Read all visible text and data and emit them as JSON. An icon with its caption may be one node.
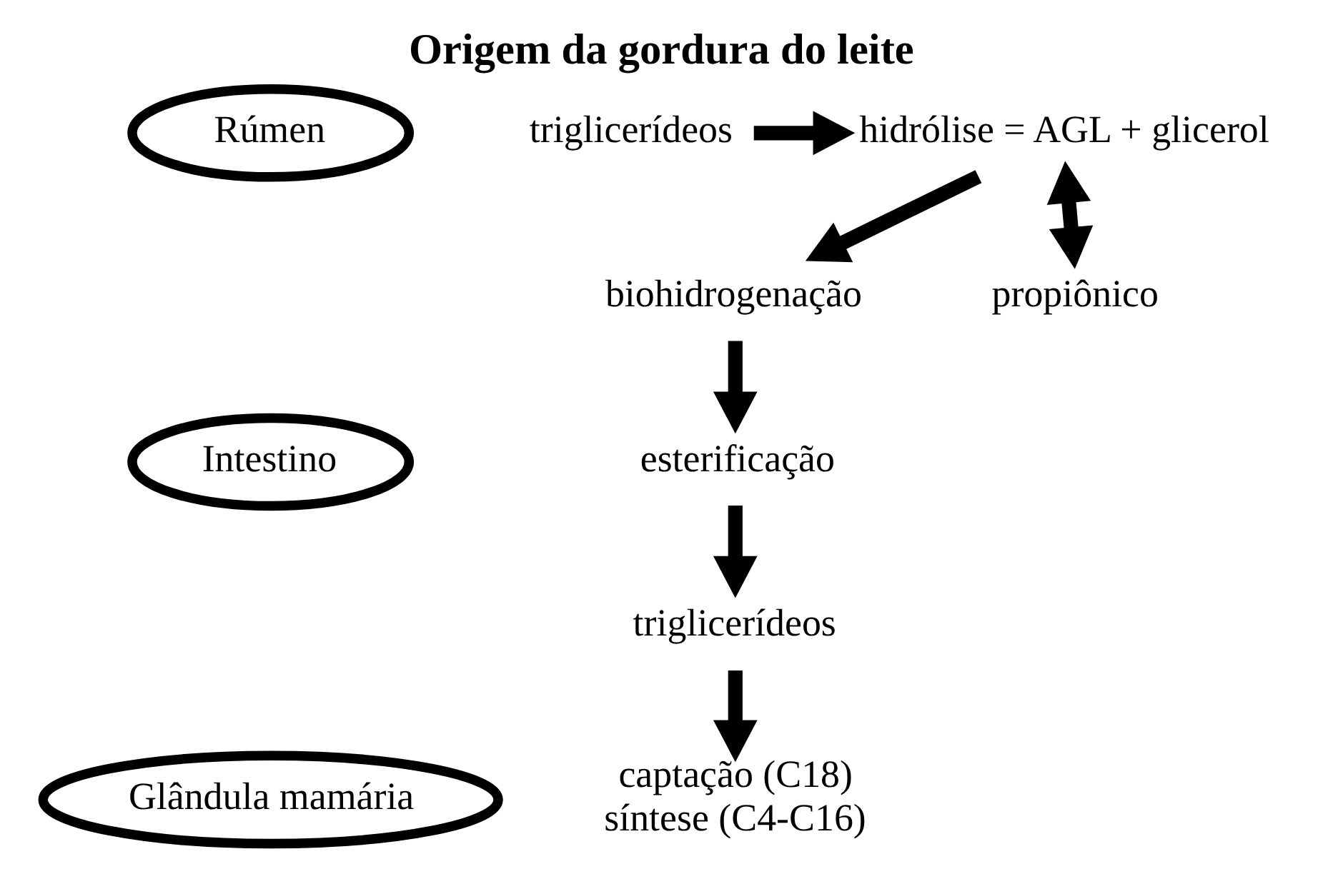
{
  "diagram": {
    "title": "Origem da gordura do leite",
    "nodes": [
      {
        "text": [
          "Rúmen"
        ]
      },
      {
        "text": [
          "triglicerídeos"
        ]
      },
      {
        "text": [
          "hidrólise = AGL + glicerol"
        ]
      },
      {
        "text": [
          "propiônico"
        ]
      },
      {
        "text": [
          "biohidrogenação"
        ]
      },
      {
        "text": [
          "Intestino"
        ]
      },
      {
        "text": [
          "esterificação"
        ]
      },
      {
        "text": [
          "triglicerídeos"
        ]
      },
      {
        "text": [
          "Glândula mamária"
        ]
      },
      {
        "text": [
          "captação (C18)",
          "síntese (C4-C16)"
        ]
      }
    ],
    "edges": [
      {
        "from": 1,
        "to": 2,
        "arrow": "to"
      },
      {
        "from": 2,
        "to": 3,
        "arrow": "both"
      },
      {
        "from": 2,
        "to": 4,
        "arrow": "to"
      },
      {
        "from": 4,
        "to": 6,
        "arrow": "to"
      },
      {
        "from": 6,
        "to": 7,
        "arrow": "to"
      },
      {
        "from": 7,
        "to": 9,
        "arrow": "to"
      }
    ]
  }
}
